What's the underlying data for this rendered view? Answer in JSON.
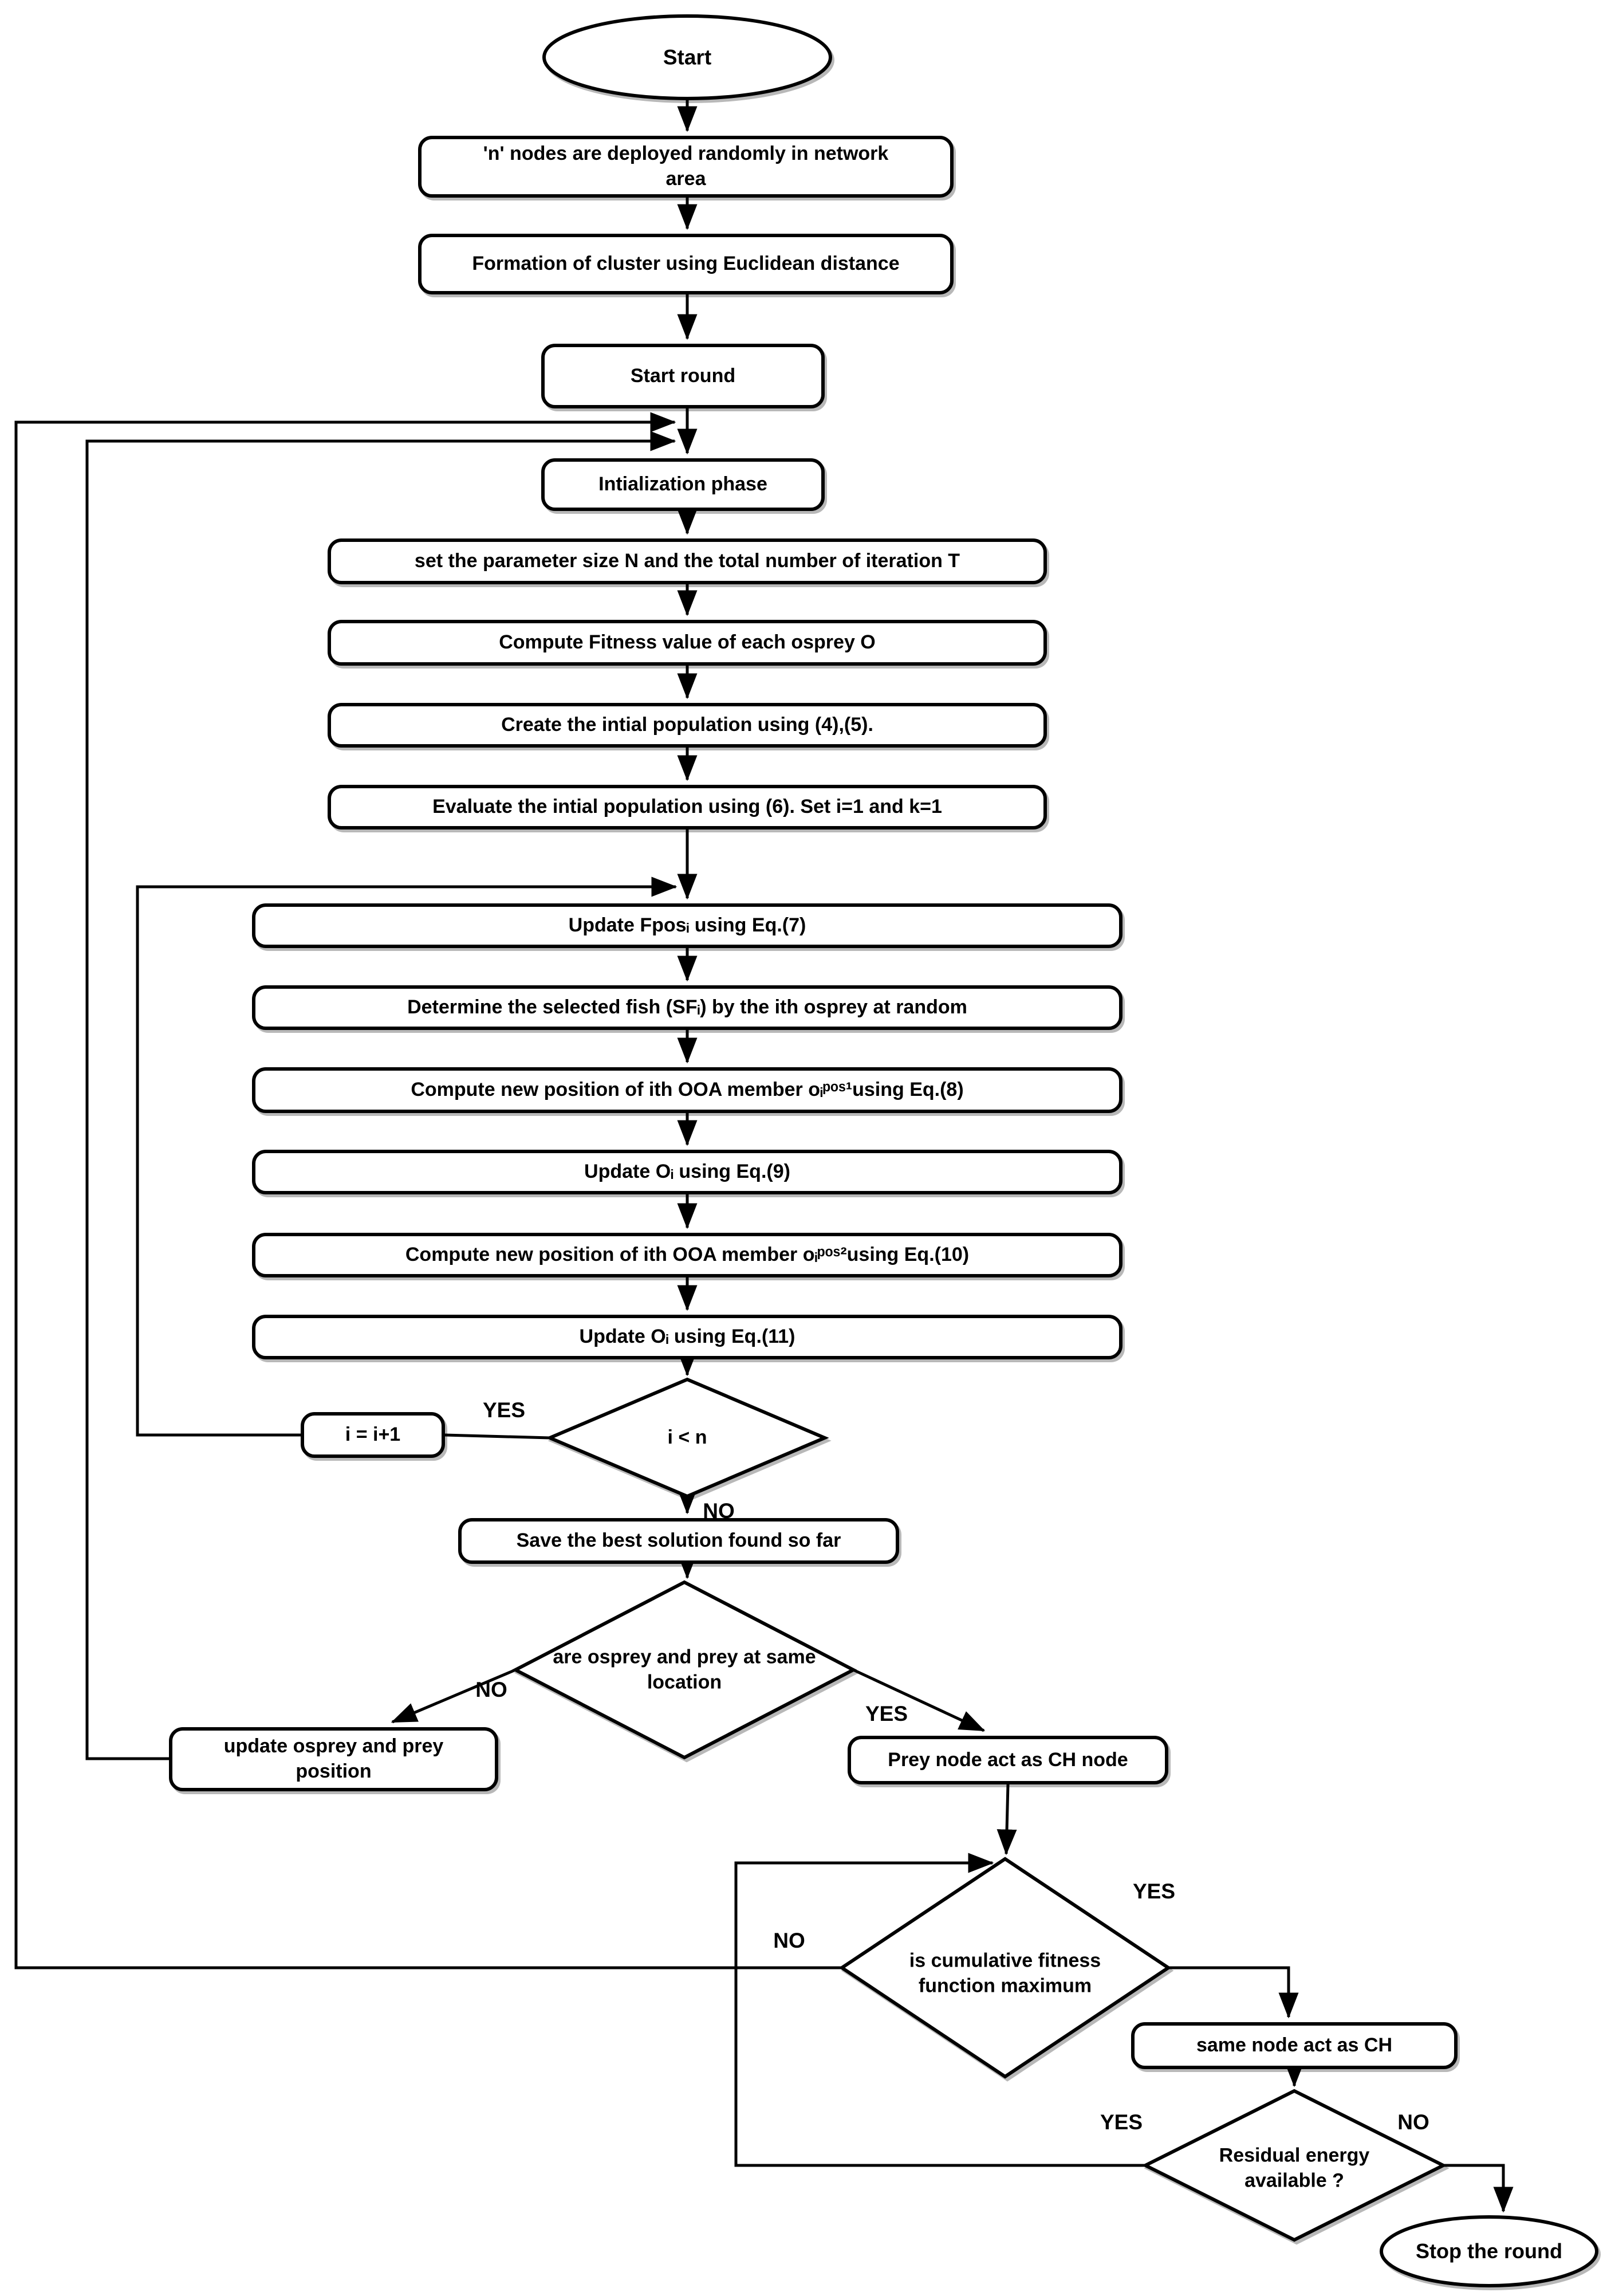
{
  "diagram": {
    "background_color": "#ffffff",
    "stroke_color": "#000000",
    "fill_color": "#ffffff",
    "nodes": {
      "start": "Start",
      "deploy": "'n' nodes are deployed randomly in network area",
      "cluster": "Formation of cluster using Euclidean distance",
      "start_round": "Start round",
      "init_phase": "Intialization phase",
      "set_param": "set the parameter size N and the total number of iteration T",
      "fitness": "Compute  Fitness value of each osprey O",
      "create_pop": "Create the intial population using (4),(5).",
      "evaluate_pop": "Evaluate the intial population using (6). Set i=1 and k=1",
      "update_fpos": "Update Fposᵢ using Eq.(7)",
      "determine_fish": "Determine the selected fish (SFᵢ) by the ith osprey at random",
      "new_pos1": "Compute new position of ith OOA member oᵢᵖᵒˢ¹using Eq.(8)",
      "update_o9": "Update Oᵢ using Eq.(9)",
      "new_pos2": "Compute new position of ith OOA member oᵢᵖᵒˢ²using Eq.(10)",
      "update_o11": "Update Oᵢ using Eq.(11)",
      "i_increment": "i = i+1",
      "i_lt_n": "i < n",
      "save_best": "Save the best solution found so far",
      "same_location": "are osprey and prey at same location",
      "update_position": "update osprey and prey position",
      "prey_ch": "Prey node act as CH node",
      "cumulative_fitness": "is cumulative fitness function maximum",
      "same_node_ch": "same node act as CH",
      "residual_energy": "Residual energy available ?",
      "stop": "Stop the round"
    },
    "edge_labels": {
      "i_lt_n_yes": "YES",
      "i_lt_n_no": "NO",
      "same_location_no": "NO",
      "same_location_yes": "YES",
      "cumulative_yes": "YES",
      "cumulative_no": "NO",
      "residual_yes": "YES",
      "residual_no": "NO"
    }
  }
}
